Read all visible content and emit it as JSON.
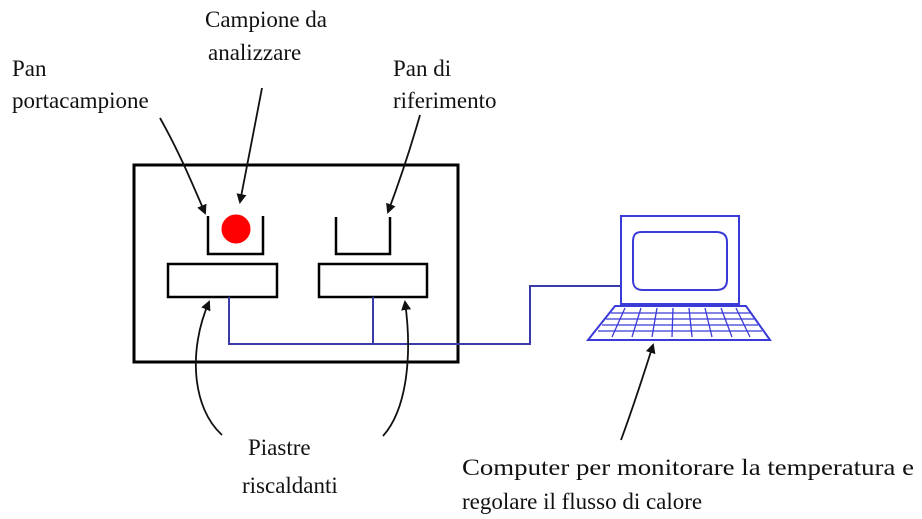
{
  "labels": {
    "pan_sample": [
      "Pan",
      "portacampione"
    ],
    "sample": [
      "Campione da",
      "analizzare"
    ],
    "pan_reference": [
      "Pan di",
      "riferimento"
    ],
    "heating_plates": [
      "Piastre",
      "riscaldanti"
    ],
    "computer": [
      "Computer per monitorare la temperatura e",
      "regolare il flusso di calore"
    ]
  },
  "colors": {
    "outline": "#000000",
    "sample": "#ff0000",
    "wires": "#3a3aa8",
    "computer": "#3a3ad8",
    "text": "#111111"
  },
  "icons": {
    "computer": "laptop-icon",
    "sample": "sample-dot"
  }
}
